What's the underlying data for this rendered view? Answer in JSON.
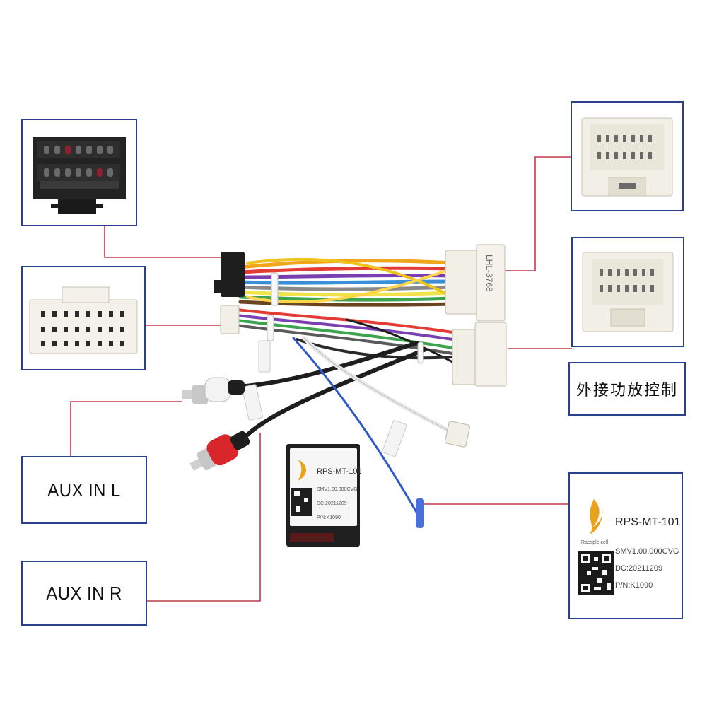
{
  "labels": {
    "aux_in_l": "AUX IN L",
    "aux_in_r": "AUX IN R",
    "external_amp_control": "外接功放控制"
  },
  "module": {
    "model": "RPS-MT-101",
    "sw": "SMV1.00.000CVG",
    "dc": "DC:20211209",
    "pn": "P/N:K1090",
    "brand": "Raesple cell"
  },
  "connector_marking": "LHL-3768",
  "colors": {
    "frame": "#2b3f8f",
    "leader_line": "#c8374a",
    "connector_white": "#f1efe6",
    "connector_black": "#1e1e1e",
    "rca_red": "#d9262b",
    "rca_white": "#f3f3f3",
    "blue_wire": "#2f59c7"
  }
}
